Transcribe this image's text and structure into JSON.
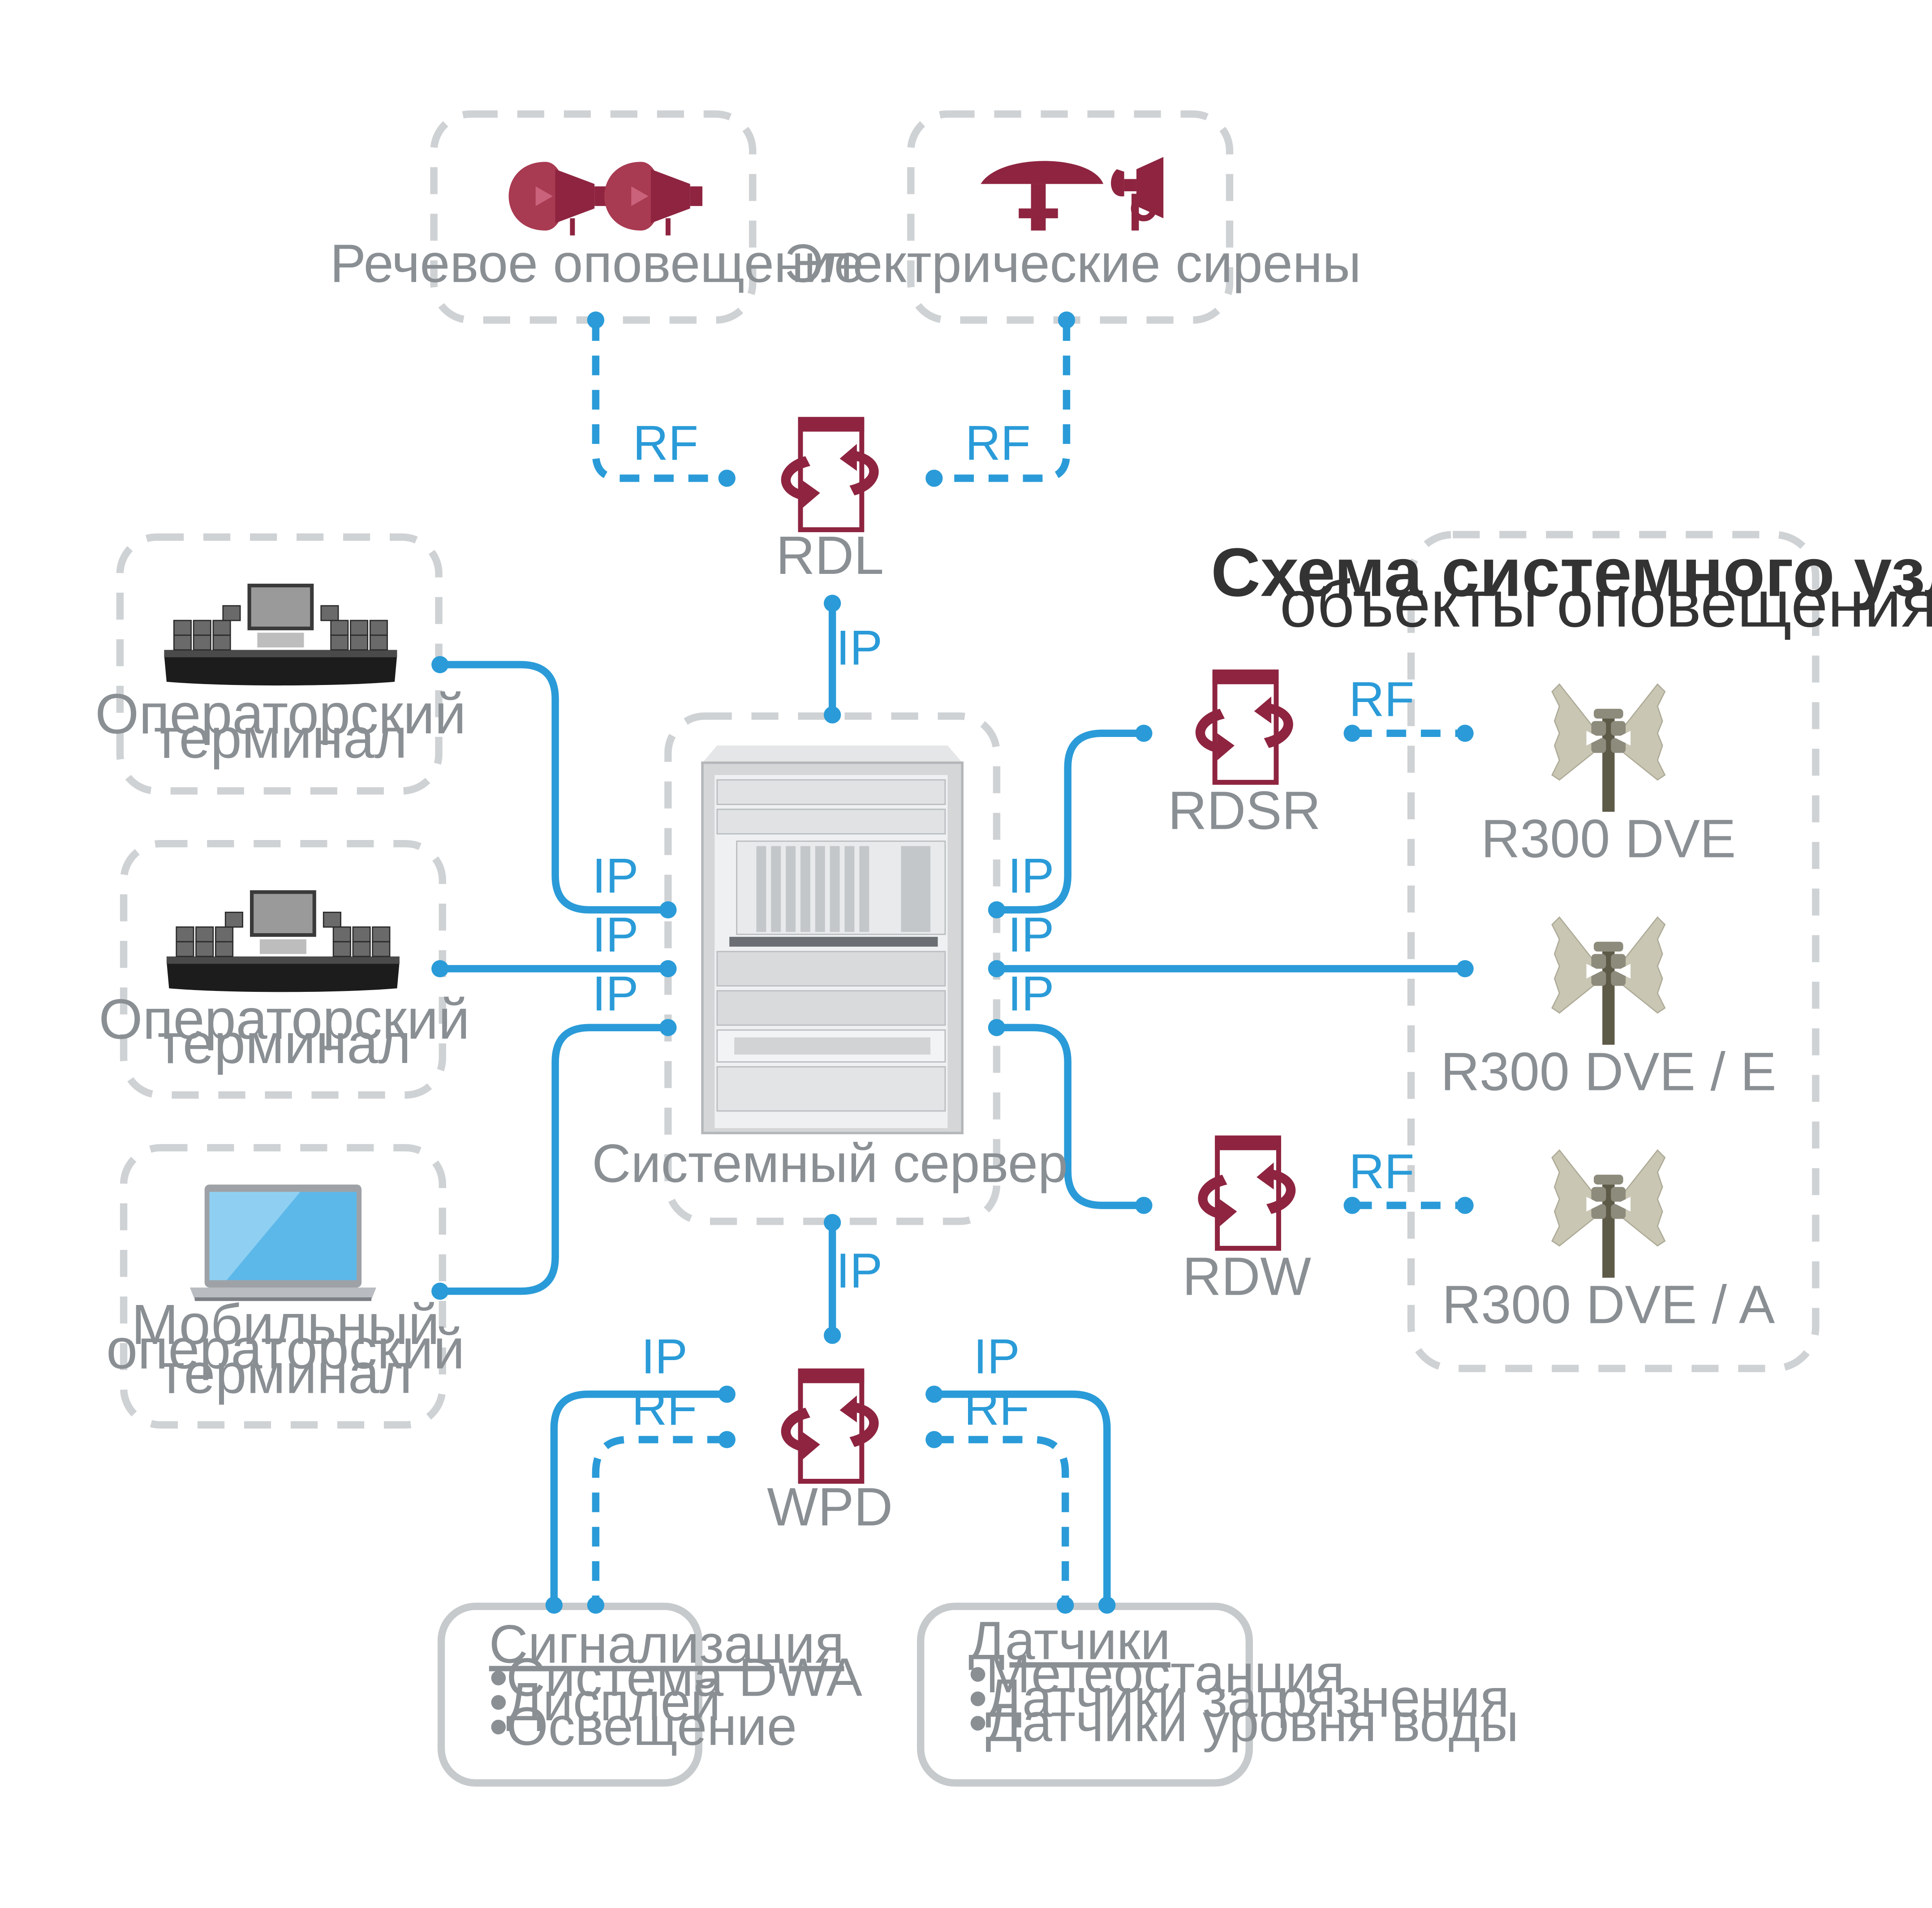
{
  "nodes": {
    "speech": {
      "label": "Речевое оповещение"
    },
    "sirens": {
      "label": "Электрические сирены"
    },
    "rdl": {
      "label": "RDL"
    },
    "rdsr": {
      "label": "RDSR"
    },
    "rdw": {
      "label": "RDW"
    },
    "wpd": {
      "label": "WPD"
    },
    "server": {
      "label": "Системный сервер"
    },
    "op1": {
      "line1": "Операторский",
      "line2": "терминал"
    },
    "op2": {
      "line1": "Операторский",
      "line2": "терминал"
    },
    "mobile": {
      "line1": "Мобильный",
      "line2": "операторский",
      "line3": "терминал"
    },
    "panel": {
      "title": "Схема системного узла",
      "subtitle": "объекты оповещения"
    },
    "r300dve": {
      "label": "R300 DVE"
    },
    "r300dve_e": {
      "label": "R300 DVE / E"
    },
    "r300dve_a": {
      "label": "R300 DVE / A"
    },
    "signal": {
      "title": "Сигнализация",
      "items": [
        "Система DWA",
        "Дисплей",
        "Освещение"
      ]
    },
    "sensors": {
      "title": "Датчики",
      "items": [
        "Метеостанция",
        "Датчики загрязнения",
        "Датчики уровня воды"
      ]
    }
  },
  "connections": {
    "ip": "IP",
    "rf": "RF"
  },
  "colors": {
    "accent_blue": "#2a9bd8",
    "maroon": "#8e2440",
    "border_gray": "#cfd2d4",
    "text_gray": "#8a8f94"
  }
}
